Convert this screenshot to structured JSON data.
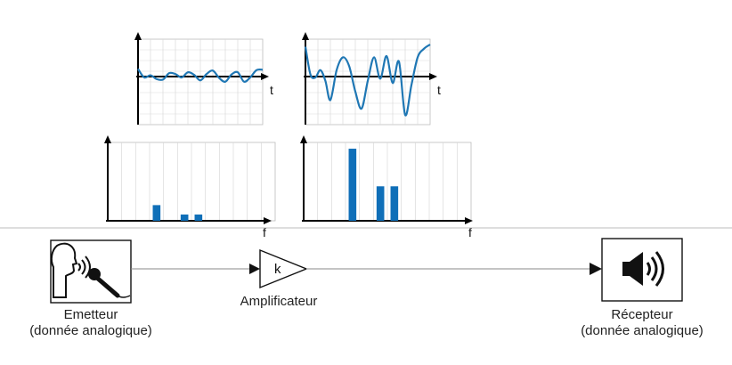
{
  "diagram": {
    "emitter": {
      "title": "Emetteur",
      "subtitle": "(donnée analogique)",
      "icon": "speaking-head-microphone-icon"
    },
    "amplifier": {
      "symbol": "k",
      "label": "Amplificateur",
      "icon": "triangle-amplifier-icon"
    },
    "receiver": {
      "title": "Récepteur",
      "subtitle": "(donnée analogique)",
      "icon": "speaker-icon"
    },
    "time_axis_label": "t",
    "frequency_axis_label": "f"
  },
  "colors": {
    "signal": "#1f77b4",
    "bar": "#0f6fb8",
    "axis": "#000000",
    "grid": "#d9d9d9",
    "border": "#bdbdbd"
  },
  "chart_data": [
    {
      "type": "line",
      "title": "",
      "xlabel": "t",
      "ylabel": "",
      "xlim": [
        0,
        1
      ],
      "ylim": [
        -1,
        1
      ],
      "grid": true,
      "series": [
        {
          "x": [
            0,
            0.05,
            0.1,
            0.15,
            0.2,
            0.25,
            0.3,
            0.35,
            0.4,
            0.45,
            0.5,
            0.55,
            0.6,
            0.65,
            0.7,
            0.75,
            0.8,
            0.85,
            0.9,
            0.95,
            1.0
          ],
          "y": [
            0.18,
            -0.02,
            0.03,
            -0.06,
            -0.07,
            0.08,
            0.06,
            -0.02,
            0.1,
            0.04,
            -0.09,
            0.06,
            0.14,
            -0.03,
            -0.12,
            0.05,
            0.1,
            -0.12,
            -0.02,
            0.15,
            0.16
          ]
        }
      ]
    },
    {
      "type": "line",
      "title": "",
      "xlabel": "t",
      "ylabel": "",
      "xlim": [
        0,
        1
      ],
      "ylim": [
        -1,
        1
      ],
      "grid": true,
      "series": [
        {
          "x": [
            0,
            0.04,
            0.08,
            0.12,
            0.16,
            0.2,
            0.25,
            0.3,
            0.35,
            0.4,
            0.45,
            0.5,
            0.55,
            0.6,
            0.65,
            0.7,
            0.75,
            0.8,
            0.85,
            0.9,
            0.95,
            1.0
          ],
          "y": [
            0.7,
            0.05,
            -0.02,
            0.15,
            -0.1,
            -0.55,
            0.15,
            0.45,
            0.25,
            -0.35,
            -0.75,
            -0.1,
            0.45,
            -0.05,
            0.48,
            -0.15,
            0.35,
            -0.9,
            -0.2,
            0.45,
            0.65,
            0.75
          ]
        }
      ]
    },
    {
      "type": "bar",
      "title": "",
      "xlabel": "f",
      "ylabel": "",
      "x": [
        3.5,
        5.5,
        6.5
      ],
      "values": [
        0.2,
        0.08,
        0.08
      ],
      "xlim": [
        0,
        12
      ],
      "ylim": [
        0,
        1
      ],
      "grid": true
    },
    {
      "type": "bar",
      "title": "",
      "xlabel": "f",
      "ylabel": "",
      "x": [
        3.5,
        5.5,
        6.5
      ],
      "values": [
        0.92,
        0.44,
        0.44
      ],
      "xlim": [
        0,
        12
      ],
      "ylim": [
        0,
        1
      ],
      "grid": true
    }
  ]
}
